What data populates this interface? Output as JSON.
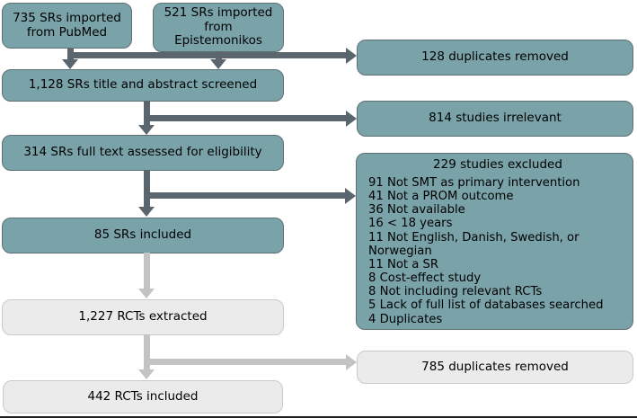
{
  "colors": {
    "background": "#ffffff",
    "text": "#000000",
    "box_teal": "#7aa3a9",
    "box_teal_border": "#5e6f74",
    "box_gray": "#ebebeb",
    "box_gray_border": "#c9c9c9",
    "arrow_dark": "#5b656e",
    "arrow_light": "#c3c3c3",
    "bottom_line": "#1f1f1f"
  },
  "boxes": {
    "pubmed": {
      "text": "735 SRs imported\nfrom PubMed"
    },
    "epistemonikos": {
      "text": "521 SRs imported\nfrom\nEpistemonikos"
    },
    "duplicates_128": {
      "text": "128 duplicates removed"
    },
    "screened": {
      "text": "1,128 SRs title and abstract screened"
    },
    "irrelevant": {
      "text": "814 studies irrelevant"
    },
    "fulltext": {
      "text": "314 SRs full text assessed for eligibility"
    },
    "excluded": {
      "title": "229 studies excluded",
      "items": [
        "91 Not SMT as primary intervention",
        "41 Not a PROM outcome",
        "36 Not available",
        "16 < 18 years",
        "11 Not English, Danish, Swedish, or Norwegian",
        "11 Not a SR",
        "8 Cost-effect study",
        "8 Not including relevant RCTs",
        "5 Lack of full list of databases searched",
        "4 Duplicates"
      ]
    },
    "included_srs": {
      "text": "85 SRs included"
    },
    "extracted": {
      "text": "1,227 RCTs extracted"
    },
    "duplicates_785": {
      "text": "785 duplicates removed"
    },
    "included_rcts": {
      "text": "442 RCTs included"
    }
  }
}
